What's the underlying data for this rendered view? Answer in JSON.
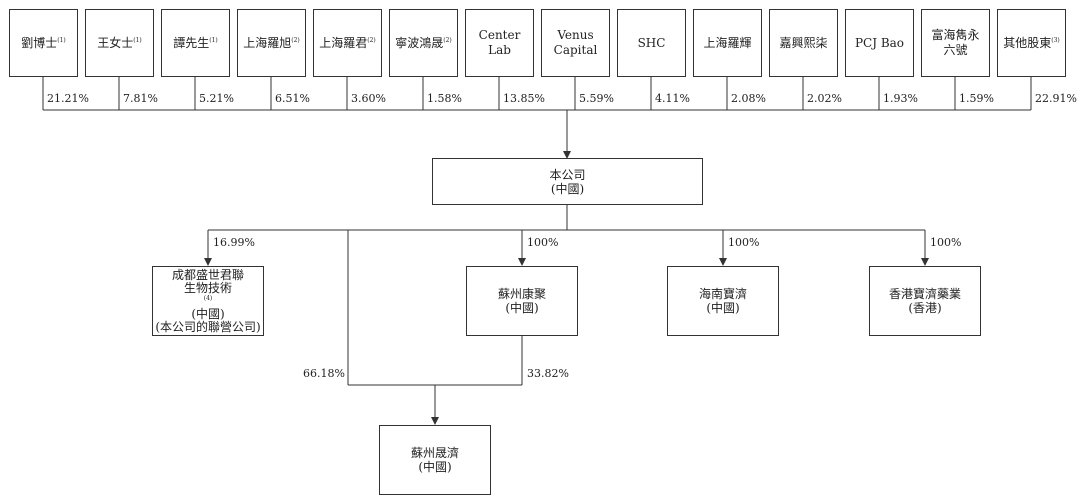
{
  "shareholders": [
    {
      "name": "劉博士",
      "note": "(1)",
      "pct": "21.21%"
    },
    {
      "name": "王女士",
      "note": "(1)",
      "pct": "7.81%"
    },
    {
      "name": "譚先生",
      "note": "(1)",
      "pct": "5.21%"
    },
    {
      "name": "上海羅旭",
      "note": "(2)",
      "pct": "6.51%"
    },
    {
      "name": "上海羅君",
      "note": "(2)",
      "pct": "3.60%"
    },
    {
      "name": "寧波鴻晟",
      "note": "(2)",
      "pct": "1.58%"
    },
    {
      "name": "Center Lab",
      "note": "",
      "pct": "13.85%"
    },
    {
      "name": "Venus Capital",
      "note": "",
      "pct": "5.59%"
    },
    {
      "name": "SHC",
      "note": "",
      "pct": "4.11%"
    },
    {
      "name": "上海羅輝",
      "note": "",
      "pct": "2.08%"
    },
    {
      "name": "嘉興熙柒",
      "note": "",
      "pct": "2.02%"
    },
    {
      "name": "PCJ Bao",
      "note": "",
      "pct": "1.93%"
    },
    {
      "name": "富海雋永六號",
      "note": "",
      "pct": "1.59%"
    },
    {
      "name": "其他股東",
      "note": "(3)",
      "pct": "22.91%"
    }
  ],
  "company": {
    "name": "本公司",
    "jurisdiction": "(中國)"
  },
  "subsidiaries": {
    "chengdu": {
      "line1": "成都盛世君聯",
      "line2": "生物技術",
      "note": "(4)",
      "jurisdiction": "(中國)",
      "remark": "(本公司的聯營公司)",
      "pct": "16.99%"
    },
    "suzhou_kangju": {
      "name": "蘇州康聚",
      "jurisdiction": "(中國)",
      "pct": "100%"
    },
    "hainan": {
      "name": "海南寶濟",
      "jurisdiction": "(中國)",
      "pct": "100%"
    },
    "hongkong": {
      "name": "香港寶濟藥業",
      "jurisdiction": "(香港)",
      "pct": "100%"
    },
    "suzhou_shengji": {
      "name": "蘇州晟濟",
      "jurisdiction": "(中國)",
      "pct_from_company": "66.18%",
      "pct_from_kangju": "33.82%"
    }
  }
}
